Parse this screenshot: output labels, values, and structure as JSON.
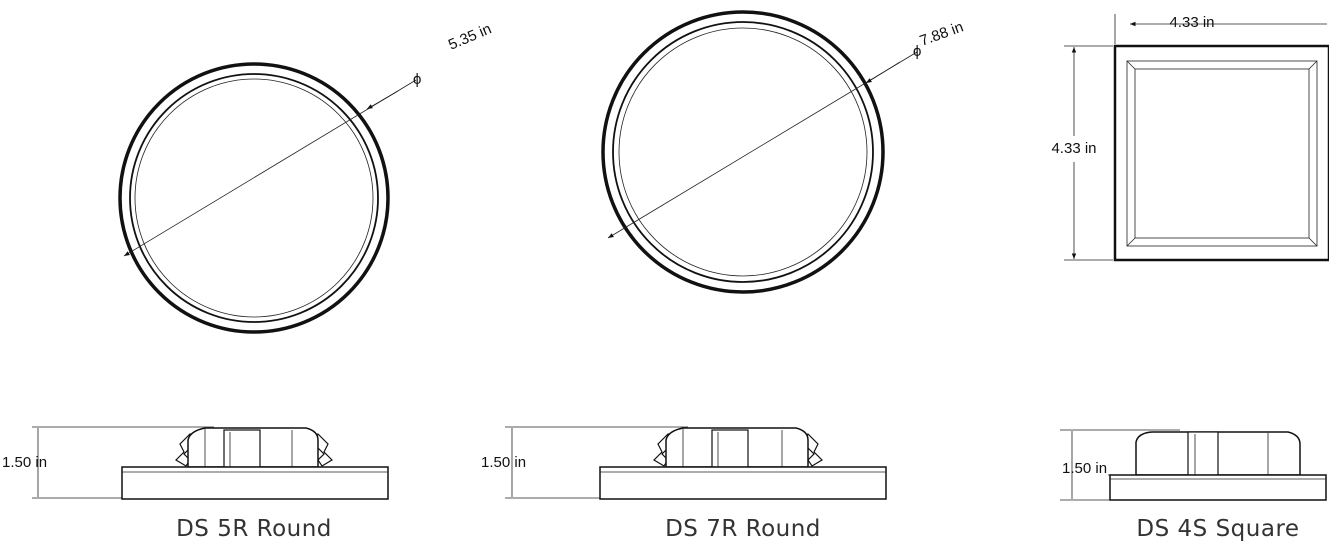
{
  "products": [
    {
      "id": "ds5r",
      "name": "DS 5R Round",
      "diameter": "5.35 in",
      "diameter_symbol": "ϕ",
      "height": "1.50 in"
    },
    {
      "id": "ds7r",
      "name": "DS 7R Round",
      "diameter": "7.88 in",
      "diameter_symbol": "ϕ",
      "height": "1.50 in"
    },
    {
      "id": "ds4s",
      "name": "DS 4S Square",
      "width": "4.33 in",
      "depth": "4.33 in",
      "height": "1.50 in"
    }
  ]
}
